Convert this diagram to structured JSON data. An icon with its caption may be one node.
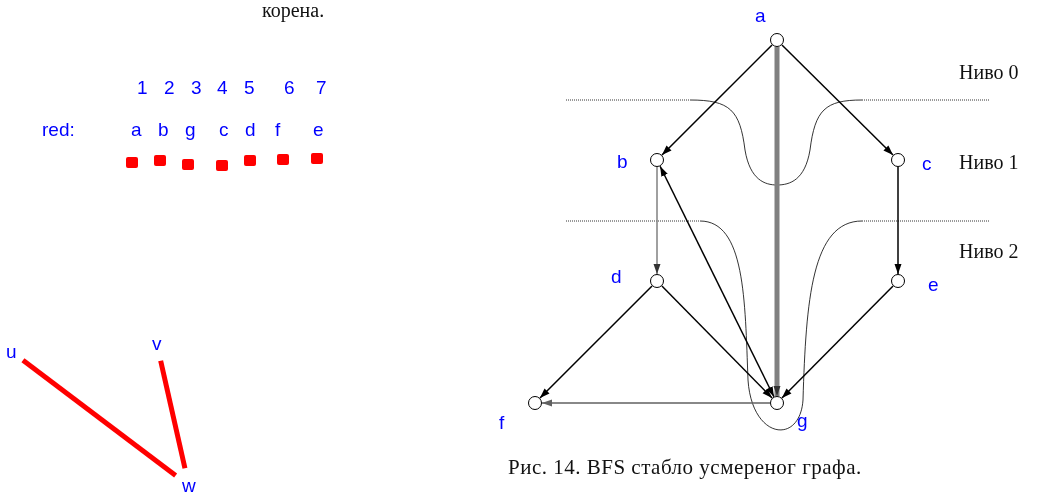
{
  "diagram": {
    "caption": "Рис. 14. BFS стабло усмереног графа.",
    "nodes": [
      {
        "text": [
          "a"
        ]
      },
      {
        "text": [
          "b"
        ]
      },
      {
        "text": [
          "c"
        ]
      },
      {
        "text": [
          "d"
        ]
      },
      {
        "text": [
          "e"
        ]
      },
      {
        "text": [
          "f"
        ]
      },
      {
        "text": [
          "g"
        ]
      },
      {
        "text": [
          "u"
        ]
      },
      {
        "text": [
          "v"
        ]
      },
      {
        "text": [
          "w"
        ]
      }
    ],
    "edges": [
      {
        "from": 0,
        "to": 1,
        "arrow": "to"
      },
      {
        "from": 0,
        "to": 2,
        "arrow": "to"
      },
      {
        "from": 0,
        "to": 6,
        "arrow": "to",
        "style": "thick",
        "color": "#808080"
      },
      {
        "from": 1,
        "to": 3,
        "arrow": "to",
        "color": "#808080"
      },
      {
        "from": 2,
        "to": 4,
        "arrow": "to"
      },
      {
        "from": 3,
        "to": 5,
        "arrow": "to"
      },
      {
        "from": 3,
        "to": 6,
        "arrow": "to"
      },
      {
        "from": 6,
        "to": 1,
        "arrow": "both"
      },
      {
        "from": 4,
        "to": 6,
        "arrow": "to"
      },
      {
        "from": 6,
        "to": 5,
        "arrow": "to",
        "color": "#606060"
      },
      {
        "from": 7,
        "to": 9,
        "arrow": "none",
        "style": "thick",
        "color": "#ff0000"
      },
      {
        "from": 8,
        "to": 9,
        "arrow": "none",
        "style": "thick",
        "color": "#ff0000"
      }
    ],
    "labels": [
      "корена.",
      "1",
      "2",
      "3",
      "4",
      "5",
      "6",
      "7",
      "red:",
      "a",
      "b",
      "g",
      "c",
      "d",
      "f",
      "e",
      "Ниво 0",
      "Ниво 1",
      "Ниво 2"
    ]
  }
}
